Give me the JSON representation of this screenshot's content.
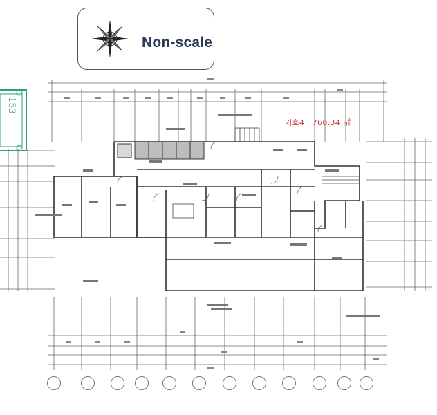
{
  "legend": {
    "label": "Non-scale",
    "icon": "compass-rose-icon"
  },
  "area": {
    "label": "기호4 ; 760.34 ㎡"
  },
  "stamp": {
    "text": "153"
  },
  "colors": {
    "line": "#555555",
    "area_label": "#d23a3a",
    "stamp": "#2ea07a"
  }
}
